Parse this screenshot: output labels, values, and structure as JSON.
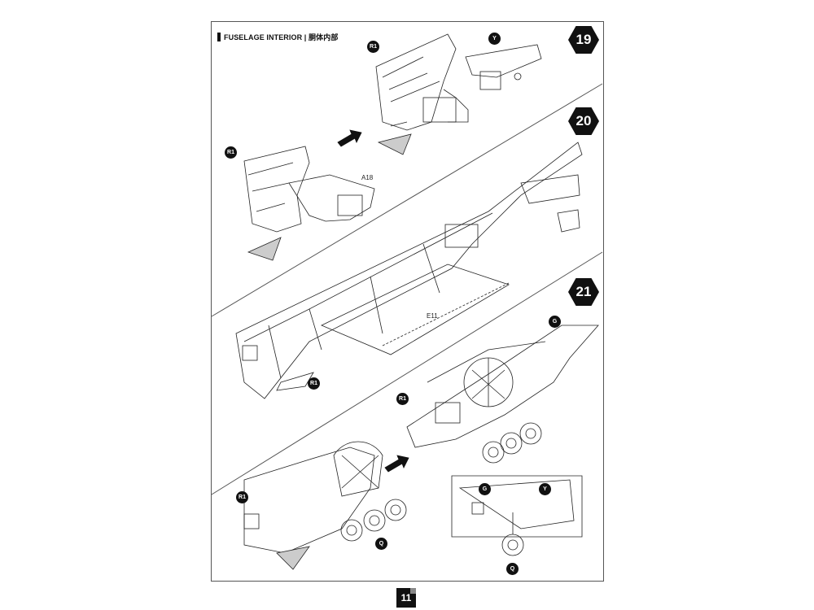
{
  "header": {
    "title": "FUSELAGE INTERIOR | 胴体内部"
  },
  "steps": [
    {
      "number": "19"
    },
    {
      "number": "20"
    },
    {
      "number": "21"
    }
  ],
  "callouts": {
    "r1_a": "R1",
    "y_a": "Y",
    "r1_b": "R1",
    "a18": "A18",
    "e11": "E11",
    "r1_c": "R1",
    "g_a": "G",
    "r1_d": "R1",
    "r1_e": "R1",
    "q_a": "Q",
    "g_b": "G",
    "y_b": "Y",
    "q_b": "Q"
  },
  "footer": {
    "page_number": "11"
  }
}
